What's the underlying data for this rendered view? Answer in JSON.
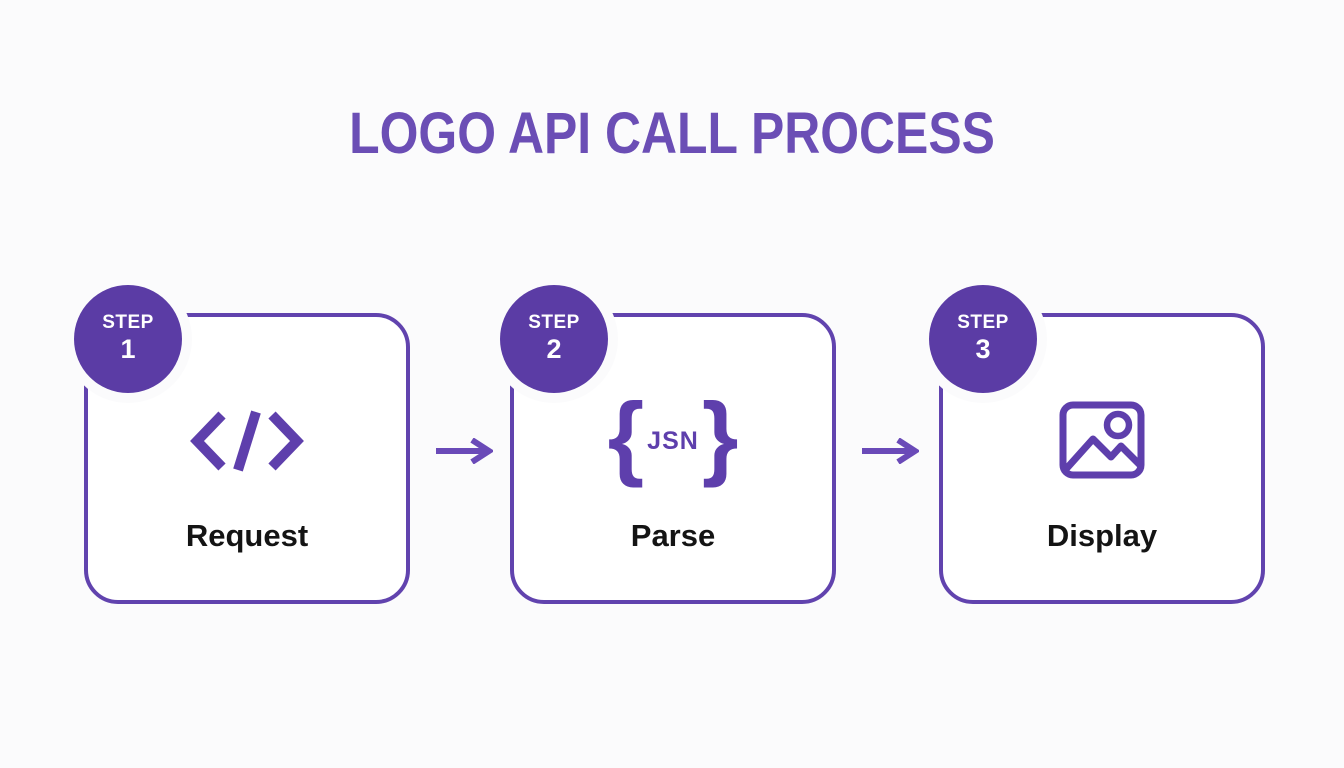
{
  "title": "LOGO API CALL PROCESS",
  "steps": [
    {
      "badge_word": "STEP",
      "badge_number": "1",
      "label": "Request",
      "icon": "code-icon"
    },
    {
      "badge_word": "STEP",
      "badge_number": "2",
      "label": "Parse",
      "icon": "json-braces-icon",
      "brace_left": "{",
      "icon_text": "JSN",
      "brace_right": "}"
    },
    {
      "badge_word": "STEP",
      "badge_number": "3",
      "label": "Display",
      "icon": "image-icon"
    }
  ],
  "colors": {
    "title": "#6B4EB5",
    "badge": "#5B3CA5",
    "card_border": "#6143AE",
    "icon": "#5E3FAC",
    "arrow": "#6A4AB8",
    "label": "#141414",
    "background": "#FBFBFC"
  }
}
